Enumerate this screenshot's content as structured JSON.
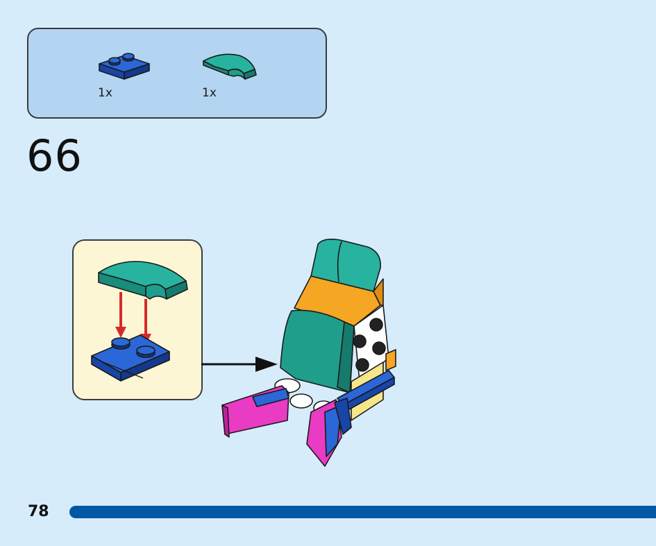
{
  "parts_list": {
    "items": [
      {
        "name": "blue-plate-1x2",
        "quantity": "1x",
        "color": "#1e56c8"
      },
      {
        "name": "teal-curved-slope",
        "quantity": "1x",
        "color": "#1f9e8c"
      }
    ]
  },
  "step": {
    "number": "66"
  },
  "page": {
    "number": "78"
  },
  "colors": {
    "background": "#d6ecfa",
    "parts_box": "#b3d5f2",
    "callout": "#fdf6d5",
    "progress_bar": "#0057a8",
    "assembly_arrow": "#d42a2a",
    "teal": "#1f9e8c",
    "blue": "#1e56c8",
    "orange": "#f5a623",
    "magenta": "#e93bc4"
  }
}
